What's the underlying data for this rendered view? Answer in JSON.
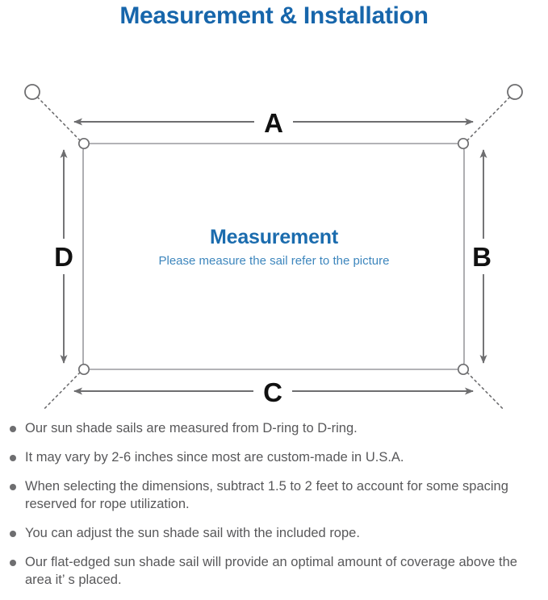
{
  "title": "Measurement & Installation",
  "colors": {
    "title_blue": "#1766ab",
    "heading_blue": "#1b6cae",
    "subtext_blue": "#3d86bd",
    "body_gray": "#58585a",
    "line_gray": "#6e6e70",
    "sail_border": "#9a9a9e"
  },
  "diagram": {
    "center_heading": "Measurement",
    "center_subtext": "Please measure the sail refer to the picture",
    "dimension_labels": {
      "top": "A",
      "right": "B",
      "bottom": "C",
      "left": "D"
    },
    "icon_names": {
      "d_ring": "d-ring-icon",
      "anchor_point": "anchor-point-icon",
      "rope": "dotted-rope-line",
      "dimension_arrow": "double-headed-arrow"
    }
  },
  "notes": [
    "Our sun shade sails are measured from D-ring to D-ring.",
    "It may vary by 2-6 inches since most are custom-made in U.S.A.",
    "When selecting the dimensions, subtract 1.5 to 2 feet to account for some spacing reserved for rope utilization.",
    "You can adjust the sun shade sail with the included rope.",
    "Our flat-edged sun shade sail will provide an optimal amount of coverage above the area it’ s placed."
  ]
}
